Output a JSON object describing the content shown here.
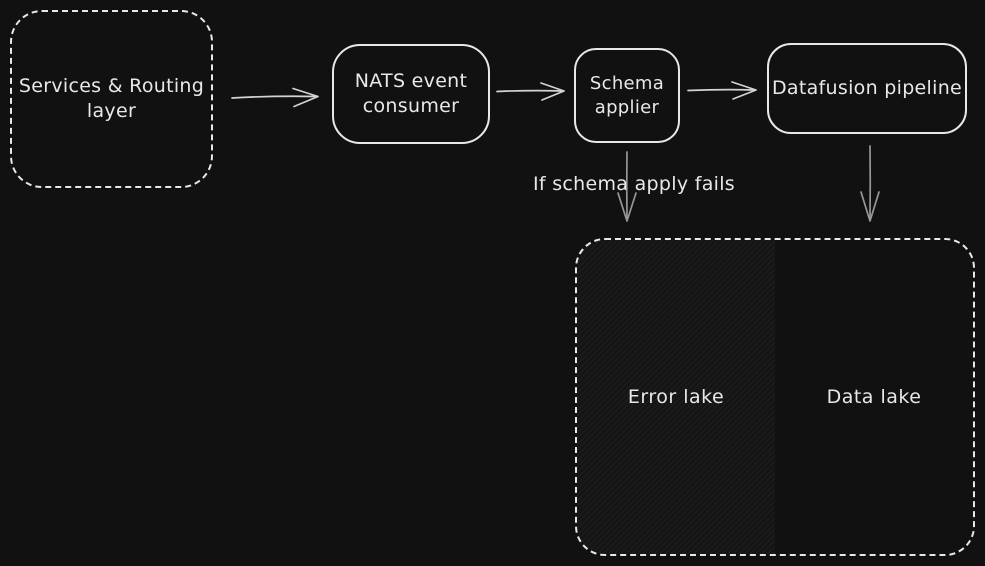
{
  "canvas": {
    "background_color": "#111111",
    "stroke_color": "#e8e8e8",
    "horizontal_arrow_color": "#d4d4d4",
    "vertical_arrow_color": "#979797",
    "hatch_style": "diagonal-lines"
  },
  "nodes": {
    "services_routing": {
      "label": "Services & Routing\nlayer",
      "border": "dashed"
    },
    "nats_consumer": {
      "label": "NATS event\nconsumer",
      "border": "solid"
    },
    "schema_applier": {
      "label": "Schema\napplier",
      "border": "solid"
    },
    "datafusion_pipeline": {
      "label": "Datafusion pipeline",
      "border": "solid"
    },
    "lake_container": {
      "border": "dashed",
      "error_lake_label": "Error lake",
      "data_lake_label": "Data lake"
    }
  },
  "edges": {
    "services_to_nats": {
      "type": "arrow",
      "direction": "right"
    },
    "nats_to_schema": {
      "type": "arrow",
      "direction": "right"
    },
    "schema_to_datafusion": {
      "type": "arrow",
      "direction": "right"
    },
    "schema_to_error_lake": {
      "type": "arrow",
      "direction": "down",
      "label": "If schema apply fails"
    },
    "datafusion_to_data_lake": {
      "type": "arrow",
      "direction": "down",
      "label": ""
    }
  }
}
